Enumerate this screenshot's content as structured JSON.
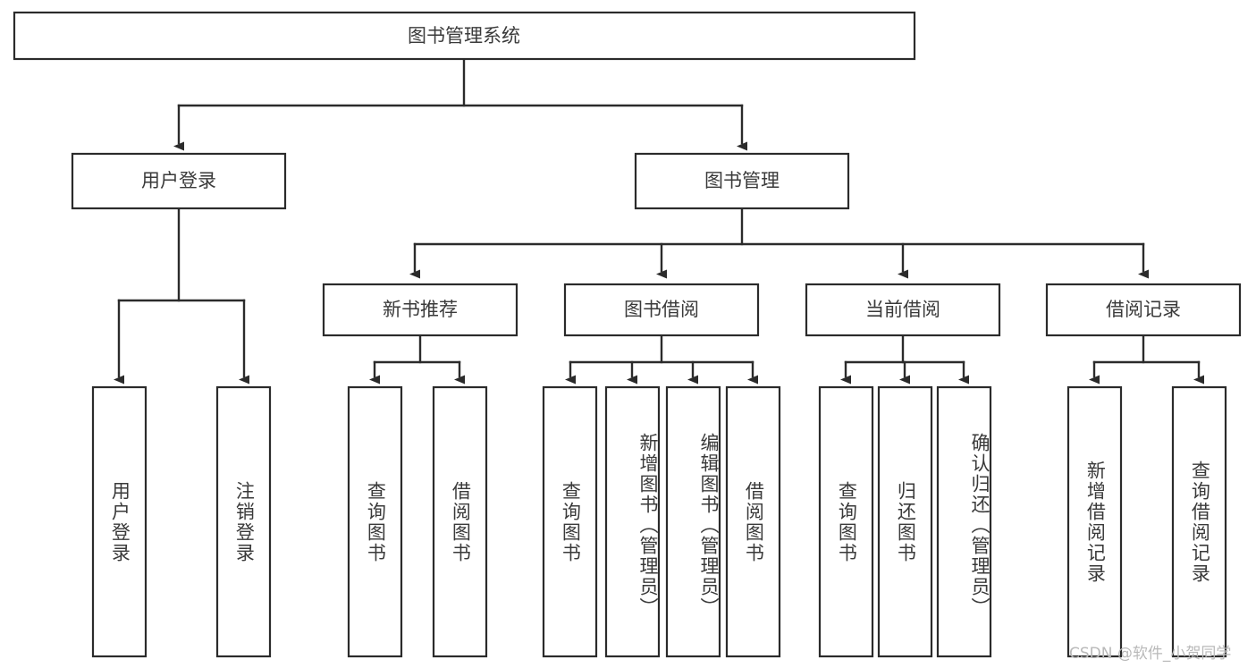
{
  "diagram": {
    "title": "图书管理系统",
    "type": "tree-hierarchy",
    "root": {
      "label": "图书管理系统"
    },
    "level2": [
      {
        "id": "user-login",
        "label": "用户登录"
      },
      {
        "id": "book-management",
        "label": "图书管理"
      }
    ],
    "level3": [
      {
        "id": "new-book-recommend",
        "label": "新书推荐",
        "parent": "book-management"
      },
      {
        "id": "book-borrow",
        "label": "图书借阅",
        "parent": "book-management"
      },
      {
        "id": "current-borrow",
        "label": "当前借阅",
        "parent": "book-management"
      },
      {
        "id": "borrow-record",
        "label": "借阅记录",
        "parent": "book-management"
      }
    ],
    "leaves": [
      {
        "id": "leaf-user-login",
        "label": "用户登录",
        "parent": "user-login"
      },
      {
        "id": "leaf-logout-login",
        "label": "注销登录",
        "parent": "user-login"
      },
      {
        "id": "leaf-query-book-1",
        "label": "查询图书",
        "parent": "new-book-recommend"
      },
      {
        "id": "leaf-borrow-book-1",
        "label": "借阅图书",
        "parent": "new-book-recommend"
      },
      {
        "id": "leaf-query-book-2",
        "label": "查询图书",
        "parent": "book-borrow"
      },
      {
        "id": "leaf-add-book",
        "label": "新增图书（管理员）",
        "parent": "book-borrow"
      },
      {
        "id": "leaf-edit-book",
        "label": "编辑图书（管理员）",
        "parent": "book-borrow"
      },
      {
        "id": "leaf-borrow-book-2",
        "label": "借阅图书",
        "parent": "book-borrow"
      },
      {
        "id": "leaf-query-book-3",
        "label": "查询图书",
        "parent": "current-borrow"
      },
      {
        "id": "leaf-return-book",
        "label": "归还图书",
        "parent": "current-borrow"
      },
      {
        "id": "leaf-confirm-return",
        "label": "确认归还（管理员）",
        "parent": "current-borrow"
      },
      {
        "id": "leaf-add-record",
        "label": "新增借阅记录",
        "parent": "borrow-record"
      },
      {
        "id": "leaf-query-record",
        "label": "查询借阅记录",
        "parent": "borrow-record"
      }
    ]
  },
  "watermark": {
    "text": "CSDN @软件_小贺同学"
  },
  "colors": {
    "stroke": "#2b2b2b",
    "box_fill": "#ffffff",
    "text": "#3a3a3a",
    "background": "#ffffff",
    "watermark": "#b9b9b9"
  }
}
